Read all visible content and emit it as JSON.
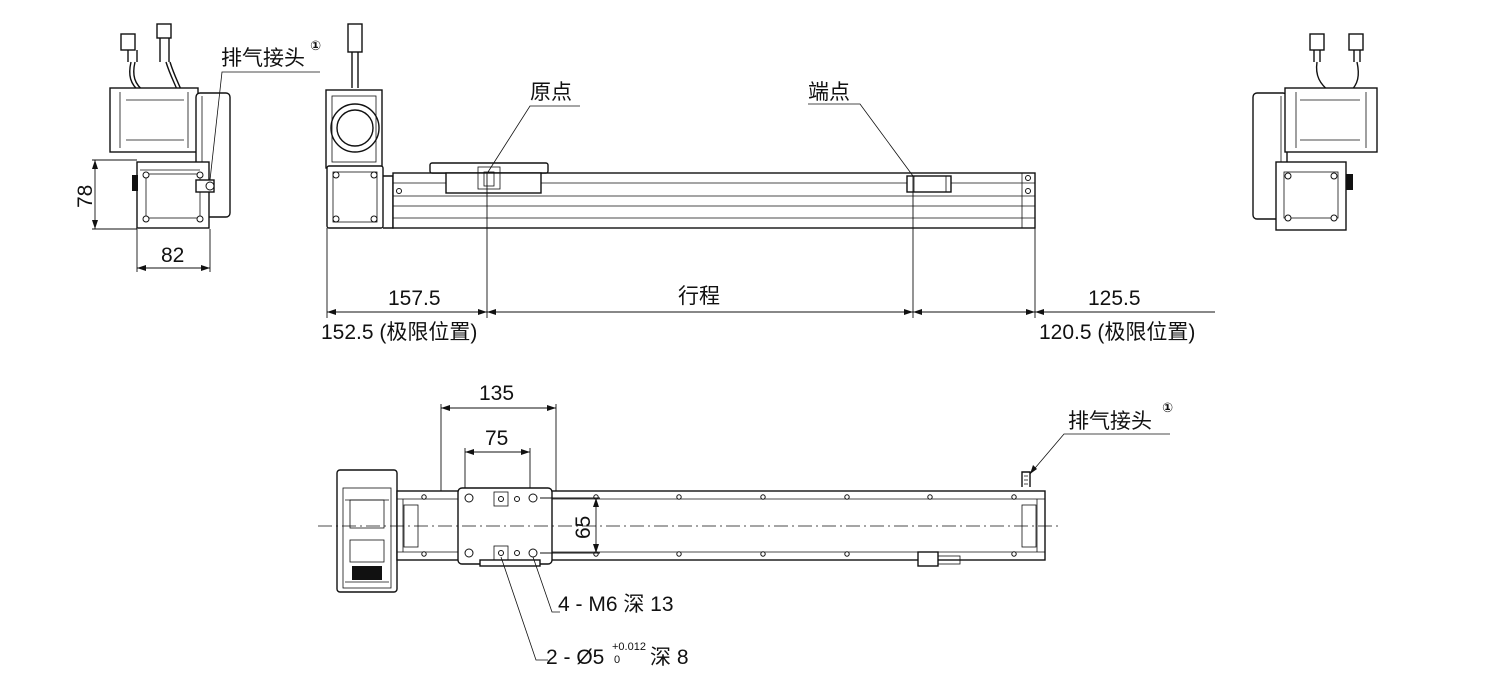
{
  "labels": {
    "vent_top": "排气接头",
    "vent_bottom": "排气接头",
    "vent_note": "①",
    "origin": "原点",
    "end": "端点",
    "stroke": "行程",
    "height_78": "78",
    "width_82": "82",
    "dim_157_5": "157.5",
    "dim_152_5": "152.5 (极限位置)",
    "dim_125_5": "125.5",
    "dim_120_5": "120.5 (极限位置)",
    "dim_135": "135",
    "dim_75": "75",
    "dim_65": "65",
    "tapped_holes": "4 - M6 深 13",
    "pin_holes_prefix": "2 - Ø5",
    "tol_upper": "+0.012",
    "tol_lower": "0",
    "pin_holes_suffix": "深 8"
  }
}
